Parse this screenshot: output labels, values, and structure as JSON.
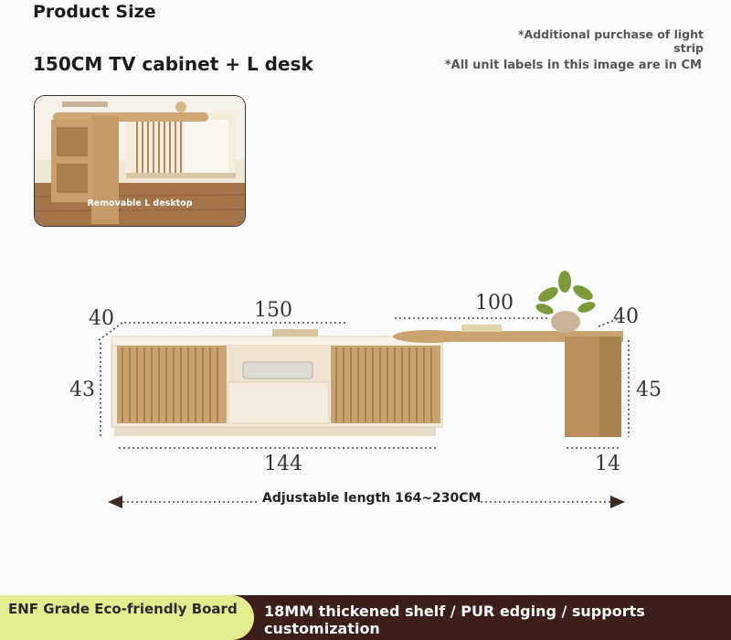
{
  "header": {
    "title": "Product Size",
    "subtitle": "150CM TV cabinet + L desk",
    "note_light_strip": "*Additional purchase of light strip",
    "note_units": "*All unit labels in this image are in CM"
  },
  "photo": {
    "caption": "Removable L desktop"
  },
  "dimensions": {
    "depth_left": "40",
    "cabinet_length": "150",
    "desk_length": "100",
    "depth_right": "40",
    "cabinet_height": "43",
    "desk_height": "45",
    "base_length": "144",
    "leg_width": "14"
  },
  "adjustable": {
    "label": "Adjustable length 164~230CM"
  },
  "banner": {
    "left_text": "ENF Grade Eco-friendly Board",
    "right_text": "18MM thickened shelf / PUR edging / supports customization"
  },
  "colors": {
    "wood": "#c9a875",
    "cream": "#f1e6d2",
    "banner_dark": "#3d1e1b",
    "banner_light": "#e4ec90"
  }
}
